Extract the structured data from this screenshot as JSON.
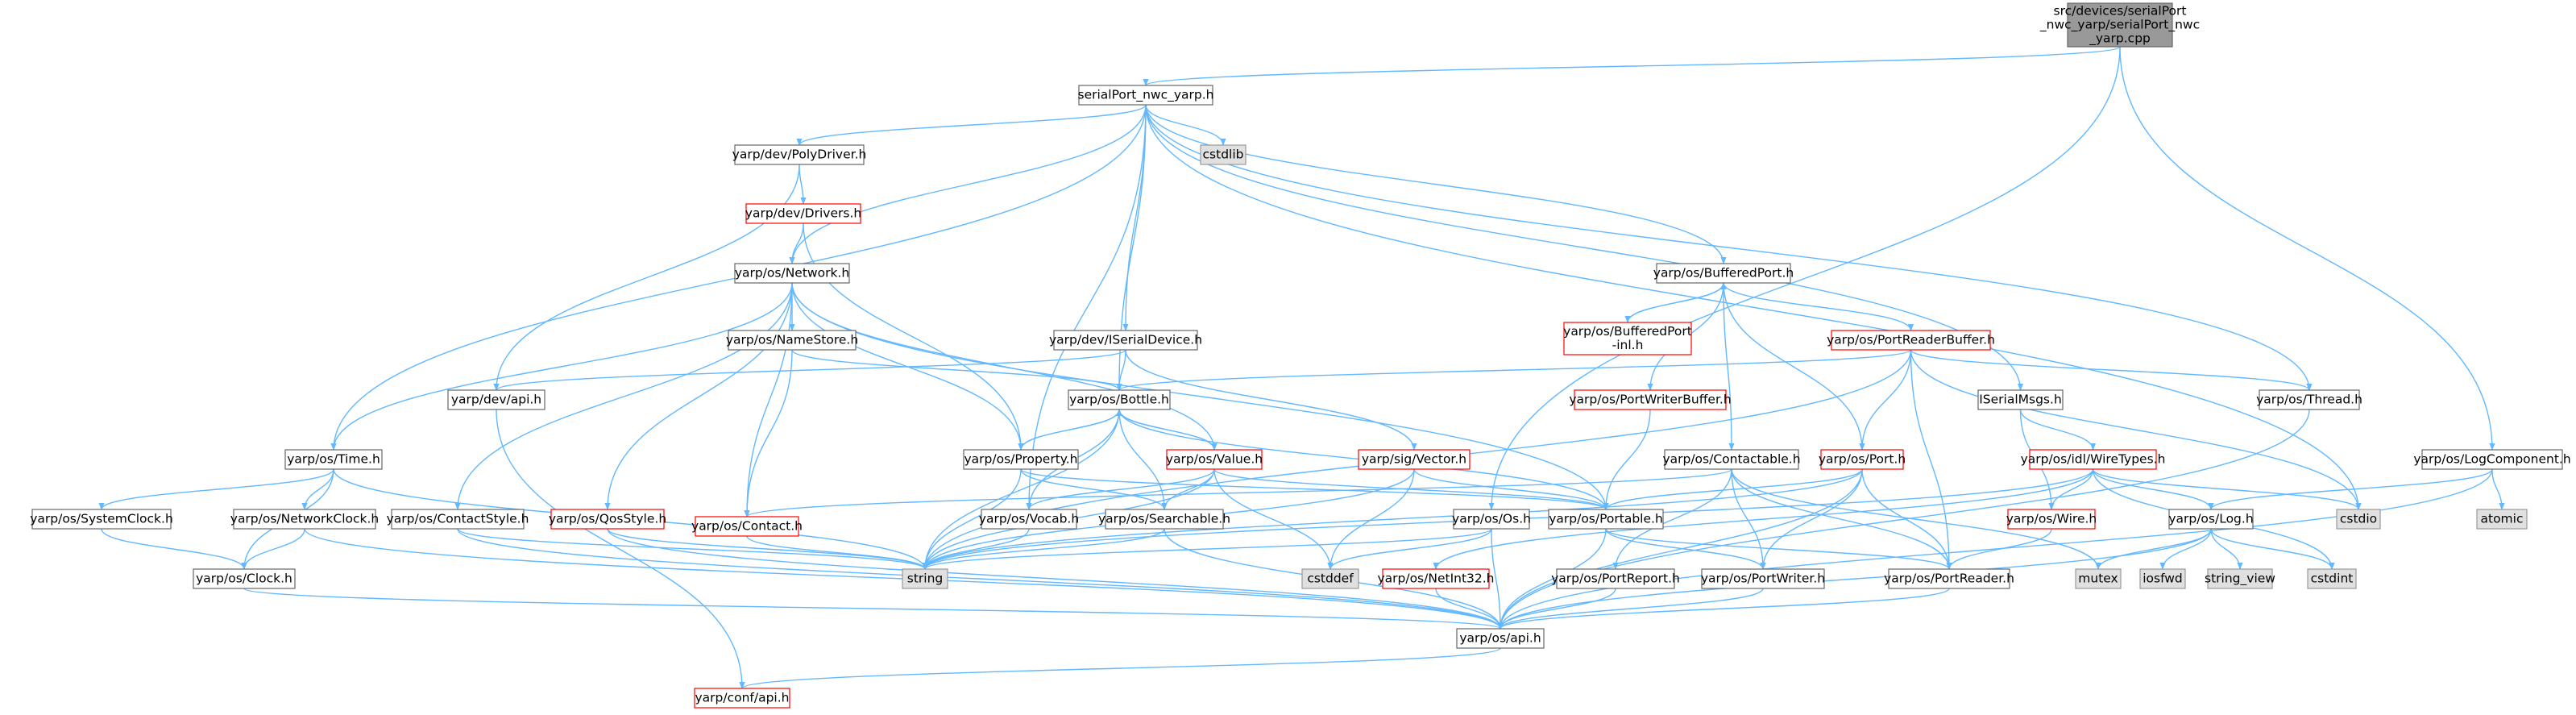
{
  "colors": {
    "edge": "#63b8ff",
    "node_border": "#666666",
    "node_fill": "#ffffff",
    "missing_border": "#ff0000",
    "system_fill": "#e0e0e0",
    "system_border": "#999999",
    "root_fill": "#999999",
    "root_border": "#666666",
    "background": "#ffffff"
  },
  "diagram": {
    "nodes": [
      {
        "id": "root",
        "kind": "root",
        "lines": [
          "src/devices/serialPort",
          "_nwc_yarp/serialPort_nwc",
          "_yarp.cpp"
        ]
      },
      {
        "id": "serialPort_nwc_yarp_h",
        "kind": "normal",
        "lines": [
          "serialPort_nwc_yarp.h"
        ]
      },
      {
        "id": "poly_driver",
        "kind": "normal",
        "lines": [
          "yarp/dev/PolyDriver.h"
        ]
      },
      {
        "id": "cstdlib",
        "kind": "system",
        "lines": [
          "cstdlib"
        ]
      },
      {
        "id": "dev_drivers",
        "kind": "missing",
        "lines": [
          "yarp/dev/Drivers.h"
        ]
      },
      {
        "id": "os_network",
        "kind": "normal",
        "lines": [
          "yarp/os/Network.h"
        ]
      },
      {
        "id": "buffered_port",
        "kind": "normal",
        "lines": [
          "yarp/os/BufferedPort.h"
        ]
      },
      {
        "id": "buffered_port_inl",
        "kind": "missing",
        "lines": [
          "yarp/os/BufferedPort",
          "-inl.h"
        ]
      },
      {
        "id": "port_reader_buffer",
        "kind": "missing",
        "lines": [
          "yarp/os/PortReaderBuffer.h"
        ]
      },
      {
        "id": "name_store",
        "kind": "normal",
        "lines": [
          "yarp/os/NameStore.h"
        ]
      },
      {
        "id": "iserial_device",
        "kind": "normal",
        "lines": [
          "yarp/dev/ISerialDevice.h"
        ]
      },
      {
        "id": "dev_api",
        "kind": "normal",
        "lines": [
          "yarp/dev/api.h"
        ]
      },
      {
        "id": "os_bottle",
        "kind": "normal",
        "lines": [
          "yarp/os/Bottle.h"
        ]
      },
      {
        "id": "port_writer_buffer",
        "kind": "missing",
        "lines": [
          "yarp/os/PortWriterBuffer.h"
        ]
      },
      {
        "id": "iserial_msgs",
        "kind": "normal",
        "lines": [
          "ISerialMsgs.h"
        ]
      },
      {
        "id": "os_thread",
        "kind": "normal",
        "lines": [
          "yarp/os/Thread.h"
        ]
      },
      {
        "id": "os_time",
        "kind": "normal",
        "lines": [
          "yarp/os/Time.h"
        ]
      },
      {
        "id": "os_property",
        "kind": "normal",
        "lines": [
          "yarp/os/Property.h"
        ]
      },
      {
        "id": "os_value",
        "kind": "missing",
        "lines": [
          "yarp/os/Value.h"
        ]
      },
      {
        "id": "sig_vector",
        "kind": "missing",
        "lines": [
          "yarp/sig/Vector.h"
        ]
      },
      {
        "id": "os_contactable",
        "kind": "normal",
        "lines": [
          "yarp/os/Contactable.h"
        ]
      },
      {
        "id": "os_port",
        "kind": "missing",
        "lines": [
          "yarp/os/Port.h"
        ]
      },
      {
        "id": "wire_types",
        "kind": "missing",
        "lines": [
          "yarp/os/idl/WireTypes.h"
        ]
      },
      {
        "id": "log_component",
        "kind": "normal",
        "lines": [
          "yarp/os/LogComponent.h"
        ]
      },
      {
        "id": "system_clock",
        "kind": "normal",
        "lines": [
          "yarp/os/SystemClock.h"
        ]
      },
      {
        "id": "network_clock",
        "kind": "normal",
        "lines": [
          "yarp/os/NetworkClock.h"
        ]
      },
      {
        "id": "contact_style",
        "kind": "normal",
        "lines": [
          "yarp/os/ContactStyle.h"
        ]
      },
      {
        "id": "qos_style",
        "kind": "missing",
        "lines": [
          "yarp/os/QosStyle.h"
        ]
      },
      {
        "id": "os_contact",
        "kind": "missing",
        "lines": [
          "yarp/os/Contact.h"
        ]
      },
      {
        "id": "os_vocab",
        "kind": "normal",
        "lines": [
          "yarp/os/Vocab.h"
        ]
      },
      {
        "id": "os_searchable",
        "kind": "normal",
        "lines": [
          "yarp/os/Searchable.h"
        ]
      },
      {
        "id": "os_os",
        "kind": "normal",
        "lines": [
          "yarp/os/Os.h"
        ]
      },
      {
        "id": "os_portable",
        "kind": "normal",
        "lines": [
          "yarp/os/Portable.h"
        ]
      },
      {
        "id": "os_wire",
        "kind": "missing",
        "lines": [
          "yarp/os/Wire.h"
        ]
      },
      {
        "id": "os_log",
        "kind": "normal",
        "lines": [
          "yarp/os/Log.h"
        ]
      },
      {
        "id": "atomic",
        "kind": "system",
        "lines": [
          "atomic"
        ]
      },
      {
        "id": "cstdio",
        "kind": "system",
        "lines": [
          "cstdio"
        ]
      },
      {
        "id": "os_clock",
        "kind": "normal",
        "lines": [
          "yarp/os/Clock.h"
        ]
      },
      {
        "id": "string",
        "kind": "system",
        "lines": [
          "string"
        ]
      },
      {
        "id": "cstddef",
        "kind": "system",
        "lines": [
          "cstddef"
        ]
      },
      {
        "id": "net_int32",
        "kind": "missing",
        "lines": [
          "yarp/os/NetInt32.h"
        ]
      },
      {
        "id": "port_report",
        "kind": "normal",
        "lines": [
          "yarp/os/PortReport.h"
        ]
      },
      {
        "id": "port_writer",
        "kind": "normal",
        "lines": [
          "yarp/os/PortWriter.h"
        ]
      },
      {
        "id": "port_reader",
        "kind": "normal",
        "lines": [
          "yarp/os/PortReader.h"
        ]
      },
      {
        "id": "mutex",
        "kind": "system",
        "lines": [
          "mutex"
        ]
      },
      {
        "id": "iosfwd",
        "kind": "system",
        "lines": [
          "iosfwd"
        ]
      },
      {
        "id": "string_view",
        "kind": "system",
        "lines": [
          "string_view"
        ]
      },
      {
        "id": "cstdint",
        "kind": "system",
        "lines": [
          "cstdint"
        ]
      },
      {
        "id": "os_api",
        "kind": "normal",
        "lines": [
          "yarp/os/api.h"
        ]
      },
      {
        "id": "conf_api",
        "kind": "missing",
        "lines": [
          "yarp/conf/api.h"
        ]
      }
    ],
    "edges": [
      [
        "root",
        "serialPort_nwc_yarp_h"
      ],
      [
        "root",
        "os_os"
      ],
      [
        "root",
        "log_component"
      ],
      [
        "serialPort_nwc_yarp_h",
        "poly_driver"
      ],
      [
        "serialPort_nwc_yarp_h",
        "cstdlib"
      ],
      [
        "serialPort_nwc_yarp_h",
        "os_network"
      ],
      [
        "serialPort_nwc_yarp_h",
        "buffered_port"
      ],
      [
        "serialPort_nwc_yarp_h",
        "iserial_device"
      ],
      [
        "serialPort_nwc_yarp_h",
        "iserial_msgs"
      ],
      [
        "serialPort_nwc_yarp_h",
        "os_thread"
      ],
      [
        "serialPort_nwc_yarp_h",
        "os_time"
      ],
      [
        "serialPort_nwc_yarp_h",
        "os_bottle"
      ],
      [
        "serialPort_nwc_yarp_h",
        "os_vocab"
      ],
      [
        "serialPort_nwc_yarp_h",
        "cstdio"
      ],
      [
        "poly_driver",
        "dev_drivers"
      ],
      [
        "poly_driver",
        "dev_api"
      ],
      [
        "dev_drivers",
        "os_network"
      ],
      [
        "dev_drivers",
        "os_property"
      ],
      [
        "os_network",
        "name_store"
      ],
      [
        "os_network",
        "os_time"
      ],
      [
        "os_network",
        "os_property"
      ],
      [
        "os_network",
        "os_value"
      ],
      [
        "os_network",
        "contact_style"
      ],
      [
        "os_network",
        "qos_style"
      ],
      [
        "os_network",
        "os_contact"
      ],
      [
        "os_network",
        "os_portable"
      ],
      [
        "buffered_port",
        "buffered_port_inl"
      ],
      [
        "buffered_port",
        "port_reader_buffer"
      ],
      [
        "buffered_port",
        "port_writer_buffer"
      ],
      [
        "buffered_port",
        "os_contactable"
      ],
      [
        "buffered_port",
        "os_port"
      ],
      [
        "buffered_port_inl",
        "buffered_port"
      ],
      [
        "port_reader_buffer",
        "os_thread"
      ],
      [
        "port_reader_buffer",
        "os_port"
      ],
      [
        "port_reader_buffer",
        "os_bottle"
      ],
      [
        "port_reader_buffer",
        "port_reader"
      ],
      [
        "port_reader_buffer",
        "cstdio"
      ],
      [
        "port_reader_buffer",
        "string"
      ],
      [
        "name_store",
        "os_bottle"
      ],
      [
        "name_store",
        "os_contact"
      ],
      [
        "iserial_device",
        "dev_api"
      ],
      [
        "iserial_device",
        "os_bottle"
      ],
      [
        "iserial_device",
        "sig_vector"
      ],
      [
        "dev_api",
        "conf_api"
      ],
      [
        "os_bottle",
        "os_property"
      ],
      [
        "os_bottle",
        "os_value"
      ],
      [
        "os_bottle",
        "os_searchable"
      ],
      [
        "os_bottle",
        "os_vocab"
      ],
      [
        "os_bottle",
        "os_portable"
      ],
      [
        "os_bottle",
        "string"
      ],
      [
        "port_writer_buffer",
        "os_portable"
      ],
      [
        "iserial_msgs",
        "wire_types"
      ],
      [
        "iserial_msgs",
        "os_wire"
      ],
      [
        "os_thread",
        "os_api"
      ],
      [
        "os_time",
        "system_clock"
      ],
      [
        "os_time",
        "network_clock"
      ],
      [
        "os_time",
        "os_clock"
      ],
      [
        "os_time",
        "string"
      ],
      [
        "os_property",
        "os_bottle"
      ],
      [
        "os_property",
        "os_searchable"
      ],
      [
        "os_property",
        "os_portable"
      ],
      [
        "os_property",
        "string"
      ],
      [
        "os_value",
        "os_bottle"
      ],
      [
        "os_value",
        "os_vocab"
      ],
      [
        "os_value",
        "os_searchable"
      ],
      [
        "os_value",
        "os_portable"
      ],
      [
        "os_value",
        "cstddef"
      ],
      [
        "os_value",
        "string"
      ],
      [
        "sig_vector",
        "os_portable"
      ],
      [
        "sig_vector",
        "cstddef"
      ],
      [
        "sig_vector",
        "string"
      ],
      [
        "os_contactable",
        "os_contact"
      ],
      [
        "os_contactable",
        "port_report"
      ],
      [
        "os_contactable",
        "port_writer"
      ],
      [
        "os_contactable",
        "port_reader"
      ],
      [
        "os_contactable",
        "mutex"
      ],
      [
        "os_port",
        "os_portable"
      ],
      [
        "os_port",
        "port_writer"
      ],
      [
        "os_port",
        "port_reader"
      ],
      [
        "os_port",
        "os_api"
      ],
      [
        "os_port",
        "string"
      ],
      [
        "wire_types",
        "os_wire"
      ],
      [
        "wire_types",
        "os_log"
      ],
      [
        "wire_types",
        "net_int32"
      ],
      [
        "wire_types",
        "cstdint"
      ],
      [
        "wire_types",
        "string"
      ],
      [
        "wire_types",
        "cstdio"
      ],
      [
        "log_component",
        "os_log"
      ],
      [
        "log_component",
        "atomic"
      ],
      [
        "log_component",
        "os_api"
      ],
      [
        "system_clock",
        "os_clock"
      ],
      [
        "network_clock",
        "os_clock"
      ],
      [
        "network_clock",
        "os_api"
      ],
      [
        "contact_style",
        "os_api"
      ],
      [
        "contact_style",
        "string"
      ],
      [
        "qos_style",
        "os_api"
      ],
      [
        "qos_style",
        "string"
      ],
      [
        "os_contact",
        "string"
      ],
      [
        "os_vocab",
        "string"
      ],
      [
        "os_searchable",
        "string"
      ],
      [
        "os_searchable",
        "os_api"
      ],
      [
        "os_os",
        "os_api"
      ],
      [
        "os_os",
        "cstddef"
      ],
      [
        "os_os",
        "string"
      ],
      [
        "os_portable",
        "port_writer"
      ],
      [
        "os_portable",
        "port_reader"
      ],
      [
        "os_portable",
        "os_api"
      ],
      [
        "os_wire",
        "port_reader"
      ],
      [
        "os_log",
        "os_api"
      ],
      [
        "os_log",
        "mutex"
      ],
      [
        "os_log",
        "iosfwd"
      ],
      [
        "os_log",
        "string_view"
      ],
      [
        "os_log",
        "cstdint"
      ],
      [
        "os_clock",
        "os_api"
      ],
      [
        "net_int32",
        "os_api"
      ],
      [
        "port_report",
        "os_api"
      ],
      [
        "port_writer",
        "os_api"
      ],
      [
        "port_reader",
        "os_api"
      ],
      [
        "os_api",
        "conf_api"
      ]
    ]
  }
}
